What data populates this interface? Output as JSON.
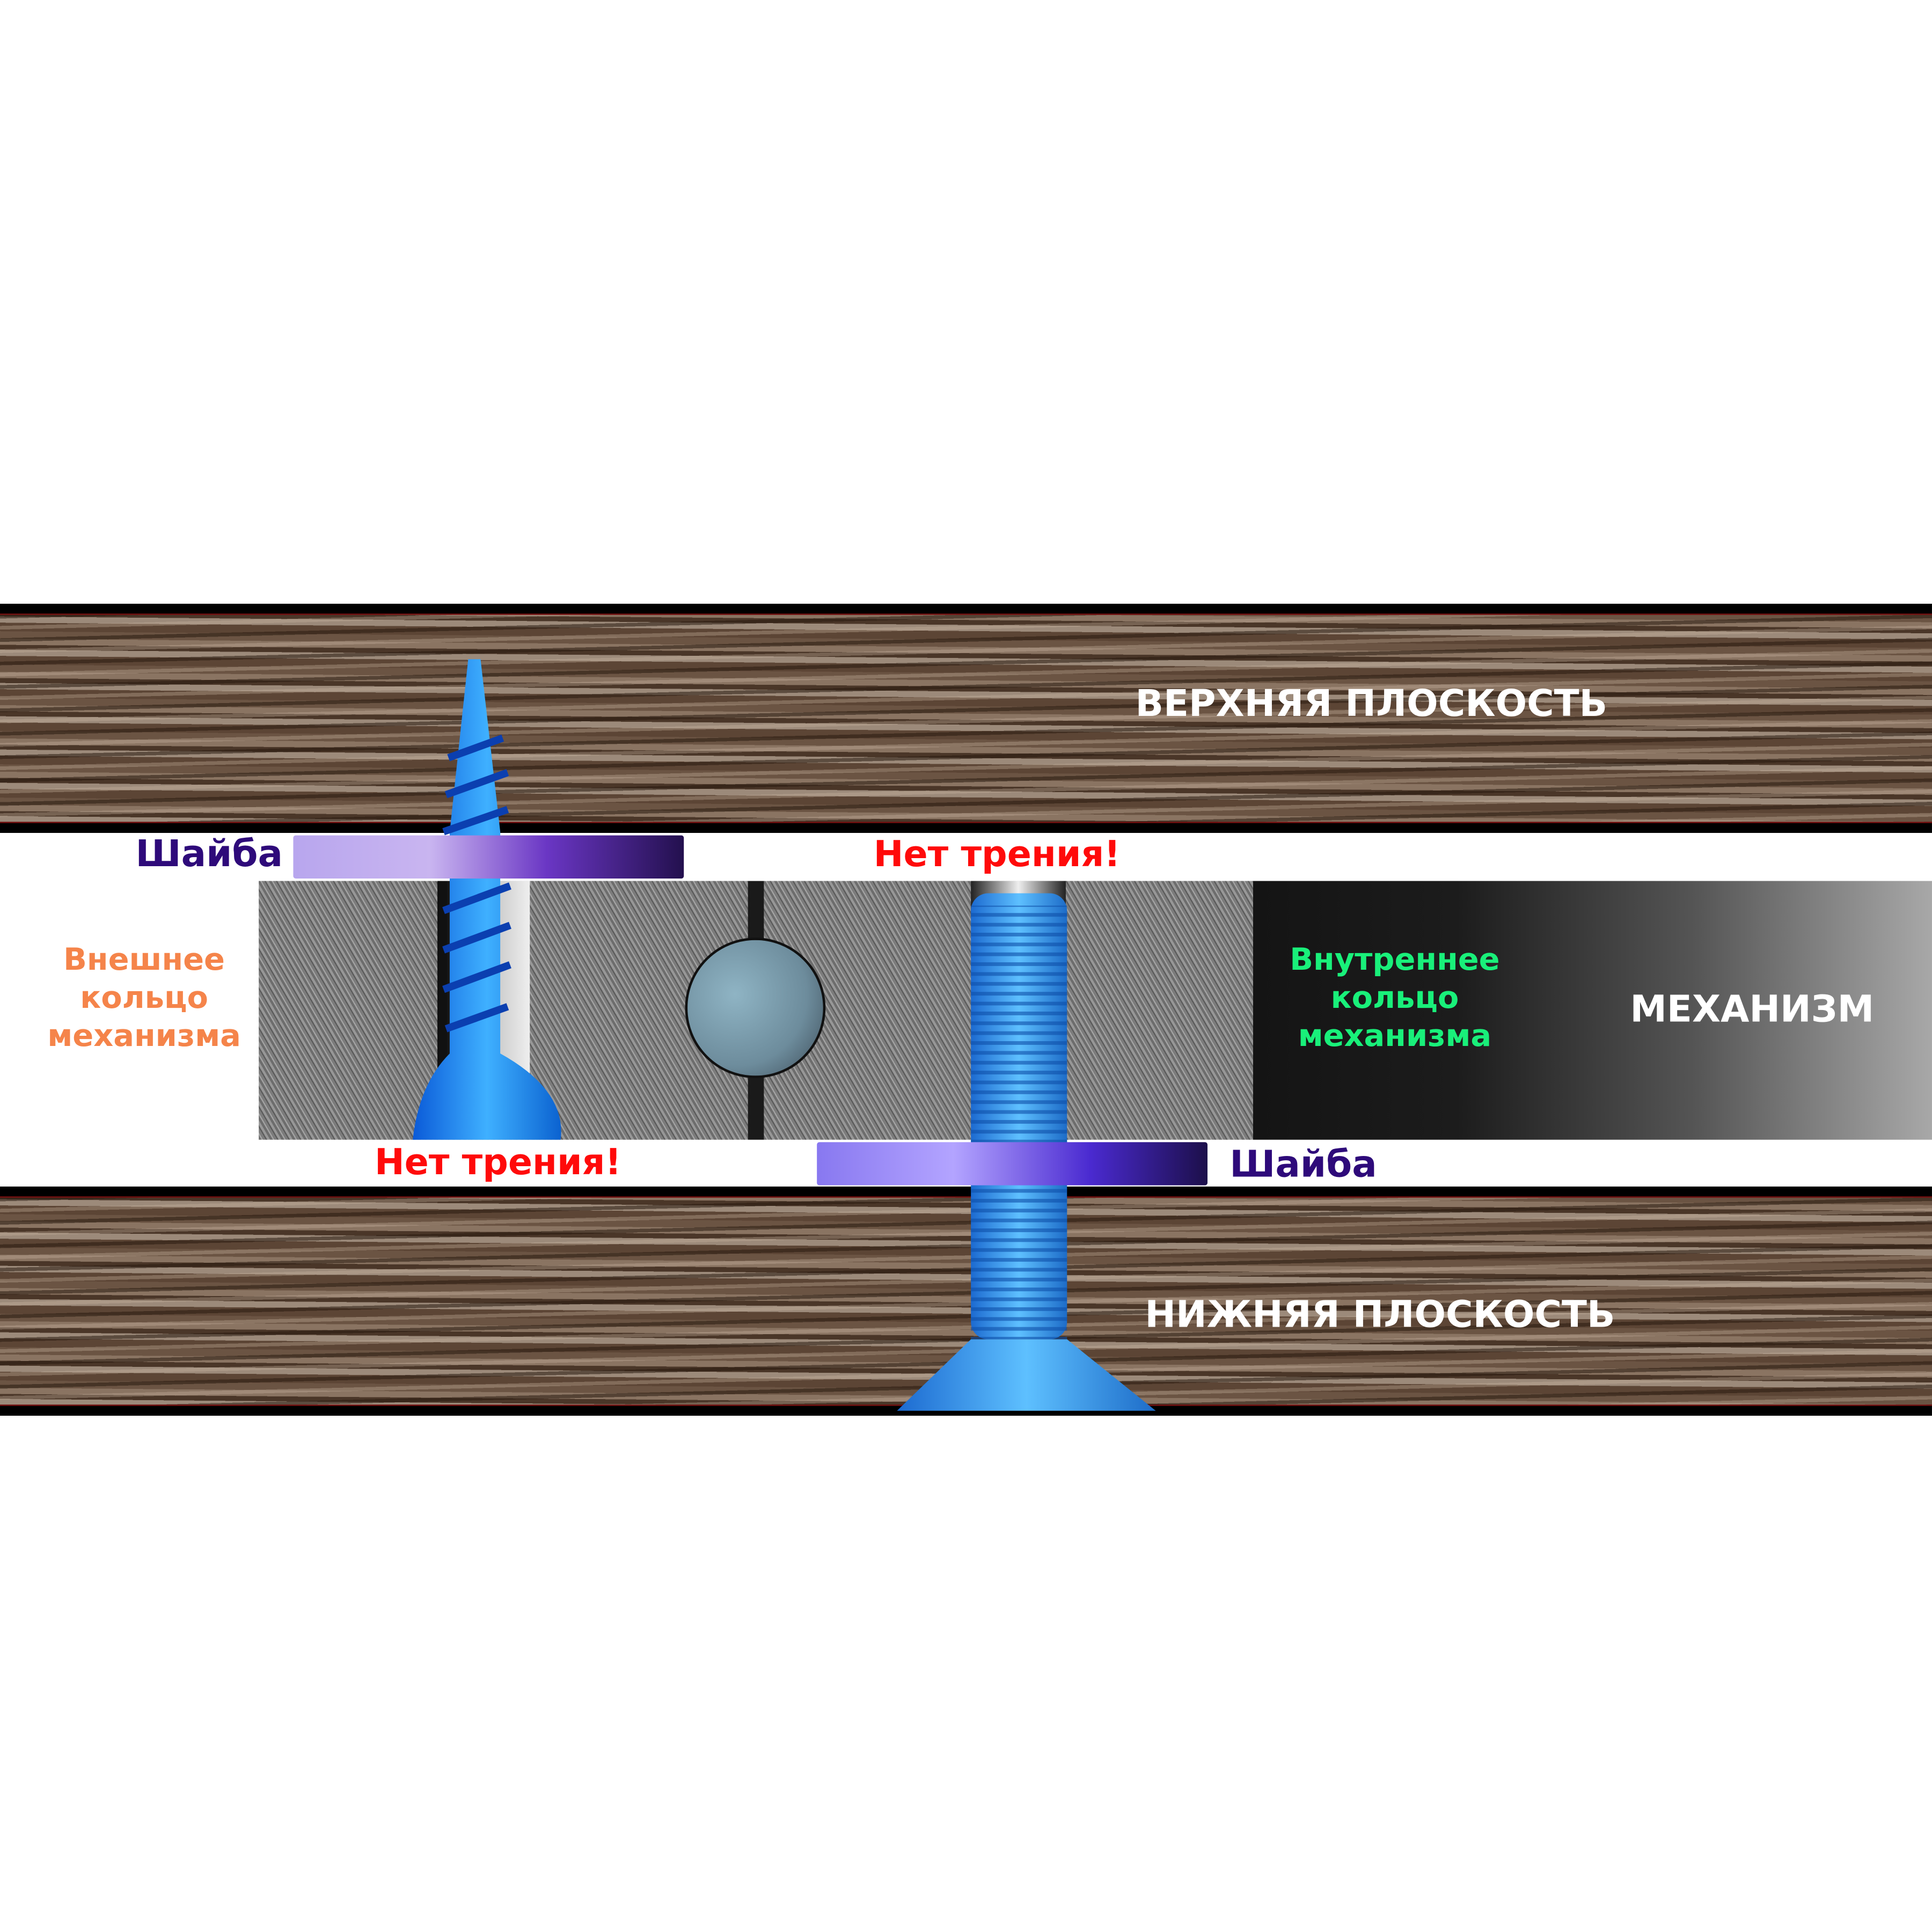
{
  "planes": {
    "top": "ВЕРХНЯЯ ПЛОСКОСТЬ",
    "bottom": "НИЖНЯЯ ПЛОСКОСТЬ"
  },
  "washer_label_top": "Шайба",
  "washer_label_bottom": "Шайба",
  "no_friction_top": "Нет трения!",
  "no_friction_bottom": "Нет трения!",
  "outer_ring": [
    "Внешнее",
    "кольцо",
    "механизма"
  ],
  "inner_ring": [
    "Внутреннее",
    "кольцо",
    "механизма"
  ],
  "mechanism": "МЕХАНИЗМ",
  "colors": {
    "washer_text": "#2e0a7a",
    "no_friction": "#ff0a0a",
    "outer_ring": "#f5844a",
    "inner_ring": "#19f07a",
    "screw": "#1e8cff"
  }
}
